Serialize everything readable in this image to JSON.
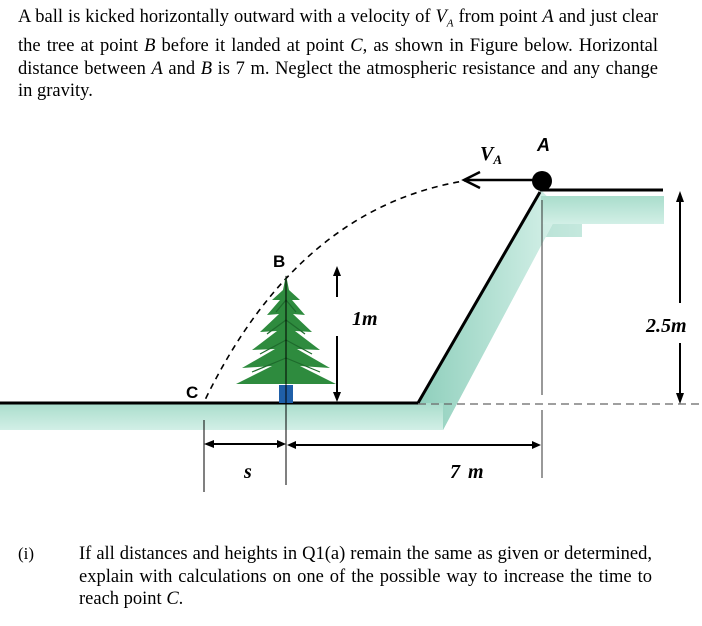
{
  "problem": {
    "intro_parts": {
      "p1": "A ball is kicked horizontally outward with a velocity of ",
      "va": "V",
      "va_sub": "A",
      "p2": " from point ",
      "a": "A",
      "p3": " and just clear the tree at point ",
      "b": "B",
      "p4": " before it landed at point ",
      "c": "C",
      "p5": ", as shown in Figure below. Horizontal distance between ",
      "a2": "A",
      "p6": " and ",
      "b2": "B",
      "p7": " is 7 m. Neglect the atmospheric resistance and any change in gravity."
    }
  },
  "figure": {
    "labels": {
      "point_a": "A",
      "point_b": "B",
      "point_c": "C",
      "velocity": "V",
      "velocity_sub": "A",
      "tree_height": "1m",
      "cliff_height": "2.5m",
      "distance_ab": "7",
      "distance_ab_unit": "m",
      "distance_s": "s"
    },
    "colors": {
      "ground_fill": "#b7e3d6",
      "tree_green": "#2e8b3e",
      "tree_trunk": "#1f5fa8",
      "line": "#000000",
      "dash": "#555555"
    }
  },
  "question": {
    "number": "(i)",
    "text_p1": "If all distances and heights in Q1(a) remain the same as given or determined, explain with calculations on one of the possible way to increase the time to reach point ",
    "text_c": "C",
    "text_end": "."
  }
}
